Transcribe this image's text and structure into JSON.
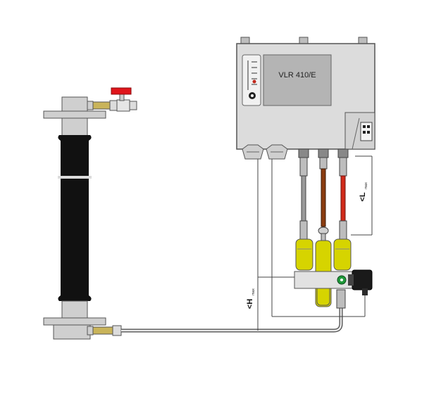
{
  "device": {
    "model_label": "VLR 410/E"
  },
  "dimensions": {
    "l_label": "<L",
    "l_subscript": "max",
    "h_label": "<H",
    "h_subscript": "max"
  },
  "colors": {
    "housing": "#dcdcdc",
    "housing_border": "#555555",
    "display": "#b4b4b4",
    "yellow_tank": "#d6d400",
    "red_tube": "#d12a1a",
    "brown_tube": "#8b3c10",
    "valve_handle": "#e0151b",
    "brass_fitting": "#c9b45a",
    "pipe_sleeve": "#111111",
    "flange": "#cfcfcf",
    "green_valve": "#1f9a3a"
  },
  "icons": {
    "valve": "red-ball-valve-icon",
    "solenoid": "solenoid-valve-icon"
  }
}
